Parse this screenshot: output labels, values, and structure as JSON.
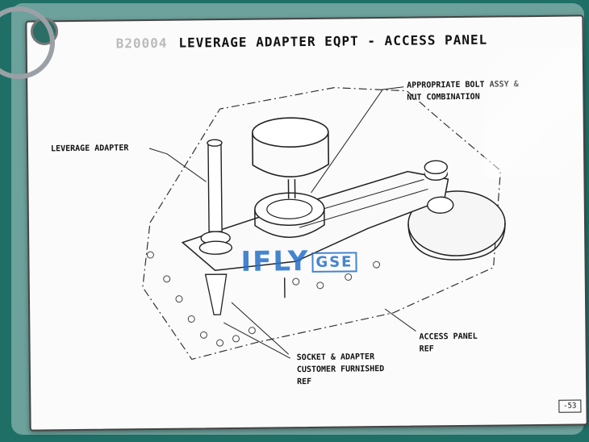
{
  "document": {
    "code": "B20004",
    "title": "LEVERAGE ADAPTER EQPT - ACCESS PANEL",
    "page": "-53"
  },
  "labels": {
    "bolt": "APPROPRIATE BOLT ASSY &\nNUT COMBINATION",
    "leverage_adapter": "LEVERAGE ADAPTER",
    "access_panel": "ACCESS PANEL\nREF",
    "socket": "SOCKET & ADAPTER\nCUSTOMER FURNISHED\nREF"
  },
  "watermark": {
    "brand": "IFLY",
    "suffix": "GSE"
  },
  "colors": {
    "background": "#1f6f66",
    "card": "#fbfbfb",
    "logo": "#236ec8"
  }
}
